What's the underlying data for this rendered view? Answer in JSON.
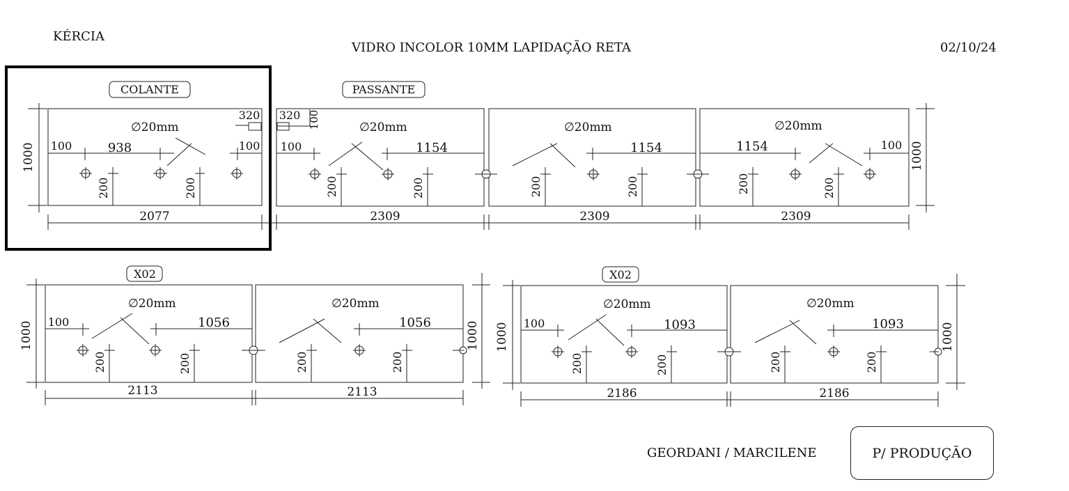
{
  "header": {
    "client": "KÉRCIA",
    "title": "VIDRO INCOLOR 10MM LAPIDAÇÃO RETA",
    "date": "02/10/24"
  },
  "footer": {
    "names": "GEORDANI / MARCILENE",
    "stamp": "P/ PRODUÇÃO"
  },
  "tags": {
    "colante": "COLANTE",
    "passante": "PASSANTE",
    "x02_left": "X02",
    "x02_right": "X02"
  },
  "hole_label": "∅20mm",
  "panels": [
    {
      "name": "colante",
      "width": "2077",
      "height": "1000",
      "dims": [
        "100",
        "938",
        "100"
      ],
      "hole_y": "200",
      "notch_w": "320"
    },
    {
      "name": "passante-1",
      "width": "2309",
      "dims": [
        "100",
        "1154"
      ],
      "hole_y": "200",
      "notch_w": "320",
      "notch_h": "100"
    },
    {
      "name": "passante-2",
      "width": "2309",
      "dims": [
        "1154"
      ],
      "hole_y": "200"
    },
    {
      "name": "passante-3",
      "width": "2309",
      "height": "1000",
      "dims": [
        "1154",
        "100"
      ],
      "hole_y": "200"
    },
    {
      "name": "row2-a1",
      "width": "2113",
      "height": "1000",
      "dims": [
        "100",
        "1056"
      ],
      "hole_y": "200"
    },
    {
      "name": "row2-a2",
      "width": "2113",
      "height": "1000",
      "dims": [
        "1056"
      ],
      "hole_y": "200"
    },
    {
      "name": "row2-b1",
      "width": "2186",
      "height": "1000",
      "dims": [
        "100",
        "1093"
      ],
      "hole_y": "200"
    },
    {
      "name": "row2-b2",
      "width": "2186",
      "height": "1000",
      "dims": [
        "1093"
      ],
      "hole_y": "200"
    }
  ]
}
